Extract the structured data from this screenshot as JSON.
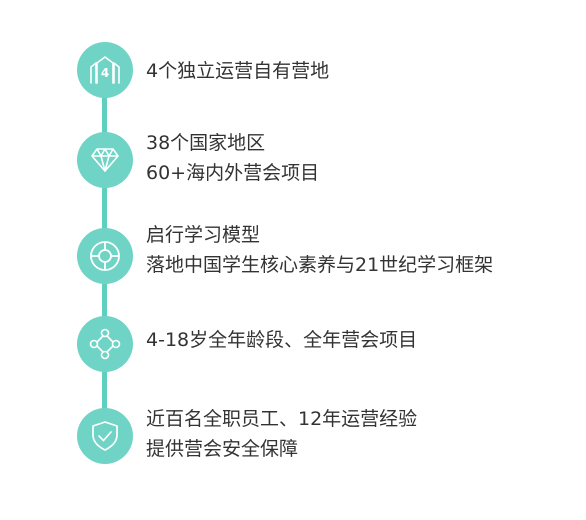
{
  "accent_color": "#6fd4c6",
  "steps": [
    {
      "icon": "building-four-icon",
      "lines": [
        "4个独立运营自有营地"
      ]
    },
    {
      "icon": "diamond-icon",
      "lines": [
        "38个国家地区",
        "60+海内外营会项目"
      ]
    },
    {
      "icon": "life-ring-icon",
      "lines": [
        "启行学习模型",
        "落地中国学生核心素养与21世纪学习框架"
      ]
    },
    {
      "icon": "network-nodes-icon",
      "lines": [
        "4-18岁全年龄段、全年营会项目"
      ]
    },
    {
      "icon": "shield-check-icon",
      "lines": [
        "近百名全职员工、12年运营经验",
        "提供营会安全保障"
      ]
    }
  ]
}
